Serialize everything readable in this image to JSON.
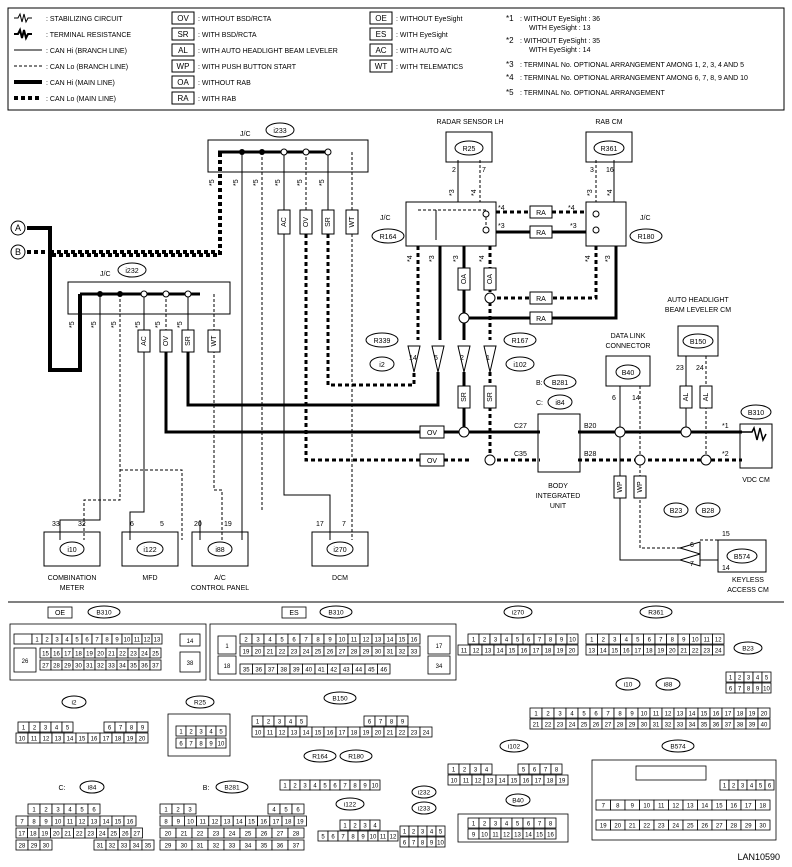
{
  "legend": {
    "line_types": [
      {
        "symbol": "zigzag",
        "text": ": STABILIZING CIRCUIT"
      },
      {
        "symbol": "zigzag-bold",
        "text": ": TERMINAL RESISTANCE"
      },
      {
        "symbol": "thin-solid",
        "text": ": CAN Hi (BRANCH LINE)"
      },
      {
        "symbol": "thin-dash",
        "text": ": CAN Lo (BRANCH LINE)"
      },
      {
        "symbol": "thick-solid",
        "text": ": CAN Hi (MAIN LINE)"
      },
      {
        "symbol": "thick-dash",
        "text": ": CAN Lo (MAIN LINE)"
      }
    ],
    "codes_a": [
      {
        "code": "OV",
        "text": ": WITHOUT BSD/RCTA"
      },
      {
        "code": "SR",
        "text": ": WITH BSD/RCTA"
      },
      {
        "code": "AL",
        "text": ": WITH AUTO HEADLIGHT BEAM LEVELER"
      },
      {
        "code": "WP",
        "text": ": WITH PUSH BUTTON START"
      },
      {
        "code": "OA",
        "text": ": WITHOUT RAB"
      },
      {
        "code": "RA",
        "text": ": WITH RAB"
      }
    ],
    "codes_b": [
      {
        "code": "OE",
        "text": ": WITHOUT EyeSight"
      },
      {
        "code": "ES",
        "text": ": WITH EyeSight"
      },
      {
        "code": "AC",
        "text": ": WITH AUTO A/C"
      },
      {
        "code": "WT",
        "text": ": WITH TELEMATICS"
      }
    ],
    "notes": [
      {
        "mark": "*1",
        "line1": ": WITHOUT EyeSight : 36",
        "line2": "WITH EyeSight : 13"
      },
      {
        "mark": "*2",
        "line1": ": WITHOUT EyeSight : 35",
        "line2": "WITH EyeSight : 14"
      },
      {
        "mark": "*3",
        "line1": ": TERMINAL No. OPTIONAL ARRANGEMENT AMONG 1, 2, 3, 4 AND 5",
        "line2": ""
      },
      {
        "mark": "*4",
        "line1": ": TERMINAL No. OPTIONAL ARRANGEMENT AMONG 6, 7, 8, 9 AND 10",
        "line2": ""
      },
      {
        "mark": "*5",
        "line1": ": TERMINAL No. OPTIONAL ARRANGEMENT",
        "line2": ""
      }
    ]
  },
  "diagram": {
    "jc_label": "J/C",
    "i233": "i233",
    "i232": "i232",
    "i164": "R164",
    "r180": "R180",
    "radar_sensor": "RADAR SENSOR LH",
    "r25": "R25",
    "rab_cm": "RAB CM",
    "r361": "R361",
    "r339": "R339",
    "i2": "i2",
    "r167": "R167",
    "i102": "i102",
    "b281_label": "B:",
    "b281": "B281",
    "i84_label": "C:",
    "i84": "i84",
    "body_unit": [
      "BODY",
      "INTEGRATED",
      "UNIT"
    ],
    "data_link": [
      "DATA LINK",
      "CONNECTOR"
    ],
    "b40": "B40",
    "headlight": [
      "AUTO HEADLIGHT",
      "BEAM LEVELER CM"
    ],
    "b150": "B150",
    "b310": "B310",
    "vdc": "VDC CM",
    "b23": "B23",
    "b28": "B28",
    "b574": "B574",
    "keyless": [
      "KEYLESS",
      "ACCESS CM"
    ],
    "i10": "i10",
    "i122": "i122",
    "i88": "i88",
    "i270": "i270",
    "comb_meter": [
      "COMBINATION",
      "METER"
    ],
    "mfd": "MFD",
    "ac_panel": [
      "A/C",
      "CONTROL PANEL"
    ],
    "dcm": "DCM",
    "conn_A": "A",
    "conn_B": "B",
    "tags": {
      "ac": "AC",
      "ov": "OV",
      "sr": "SR",
      "wt": "WT",
      "oa": "OA",
      "ra": "RA",
      "al": "AL",
      "wp": "WP"
    },
    "pins": {
      "c27": "C27",
      "c35": "C35",
      "b20": "B20",
      "b28pin": "B28",
      "p33": "33",
      "p32": "32",
      "p6": "6",
      "p5": "5",
      "p20": "20",
      "p19": "19",
      "p17": "17",
      "p7": "7",
      "p2": "2",
      "p7r": "7",
      "p3": "3",
      "p16": "16",
      "p14": "14",
      "p5b": "5",
      "p2b": "2",
      "p1": "1",
      "p6b": "6",
      "p14b": "14",
      "p23": "23",
      "p24": "24",
      "p15": "15",
      "p14c": "14",
      "p6c": "6",
      "p7c": "7"
    },
    "stars": {
      "s1": "*1",
      "s2": "*2",
      "s3": "*3",
      "s4": "*4",
      "s5": "*5"
    }
  },
  "connectors": {
    "oe_label": "OE",
    "es_label": "ES",
    "b310": "B310",
    "oe_row1": [
      "1",
      "2",
      "3",
      "4",
      "5",
      "6",
      "7",
      "8",
      "9",
      "10",
      "11",
      "12",
      "13"
    ],
    "oe_row2": [
      "15",
      "16",
      "17",
      "18",
      "19",
      "20",
      "21",
      "22",
      "23",
      "24",
      "25"
    ],
    "oe_row3": [
      "27",
      "28",
      "29",
      "30",
      "31",
      "32",
      "33",
      "34",
      "35",
      "36",
      "37"
    ],
    "oe_side": [
      "14",
      "26",
      "38"
    ],
    "es_row1": [
      "2",
      "3",
      "4",
      "5",
      "6",
      "7",
      "8",
      "9",
      "10",
      "11",
      "12",
      "13",
      "14",
      "15",
      "16"
    ],
    "es_row2": [
      "19",
      "20",
      "21",
      "22",
      "23",
      "24",
      "25",
      "26",
      "27",
      "28",
      "29",
      "30",
      "31",
      "32",
      "33"
    ],
    "es_row3": [
      "35",
      "36",
      "37",
      "38",
      "39",
      "40",
      "41",
      "42",
      "43",
      "44",
      "45",
      "46"
    ],
    "es_side": [
      "1",
      "18",
      "17",
      "34"
    ],
    "i270": "i270",
    "i270_row1": [
      "1",
      "2",
      "3",
      "4",
      "5",
      "6",
      "7",
      "8",
      "9",
      "10"
    ],
    "i270_row2": [
      "11",
      "12",
      "13",
      "14",
      "15",
      "16",
      "17",
      "18",
      "19",
      "20"
    ],
    "r361": "R361",
    "r361_row1": [
      "1",
      "2",
      "3",
      "4",
      "5",
      "6",
      "7",
      "8",
      "9",
      "10",
      "11",
      "12"
    ],
    "r361_row2": [
      "13",
      "14",
      "15",
      "16",
      "17",
      "18",
      "19",
      "20",
      "21",
      "22",
      "23",
      "24"
    ],
    "b23": "B23",
    "b23_row1": [
      "1",
      "2",
      "3",
      "4",
      "5"
    ],
    "b23_row2": [
      "6",
      "7",
      "8",
      "9",
      "10"
    ],
    "i2": "i2",
    "i2_row1": [
      "1",
      "2",
      "3",
      "4",
      "5",
      "6",
      "7",
      "8",
      "9"
    ],
    "i2_row2": [
      "10",
      "11",
      "12",
      "13",
      "14",
      "15",
      "16",
      "17",
      "18",
      "19",
      "20"
    ],
    "r25": "R25",
    "r25_row1": [
      "1",
      "2",
      "3",
      "4",
      "5"
    ],
    "r25_row2": [
      "6",
      "7",
      "8",
      "9",
      "10"
    ],
    "b150": "B150",
    "b150_row1": [
      "1",
      "2",
      "3",
      "4",
      "5",
      "6",
      "7",
      "8",
      "9"
    ],
    "b150_row2": [
      "10",
      "11",
      "12",
      "13",
      "14",
      "15",
      "16",
      "17",
      "18",
      "19",
      "20",
      "21",
      "22",
      "23",
      "24"
    ],
    "i10": "i10",
    "i88": "i88",
    "i10_row1": [
      "1",
      "2",
      "3",
      "4",
      "5",
      "6",
      "7",
      "8",
      "9",
      "10",
      "11",
      "12",
      "13",
      "14",
      "15",
      "16",
      "17",
      "18",
      "19",
      "20"
    ],
    "i10_row2": [
      "21",
      "22",
      "23",
      "24",
      "25",
      "26",
      "27",
      "28",
      "29",
      "30",
      "31",
      "32",
      "33",
      "34",
      "35",
      "36",
      "37",
      "38",
      "39",
      "40"
    ],
    "r164": "R164",
    "r180c": "R180",
    "r164_row": [
      "1",
      "2",
      "3",
      "4",
      "5",
      "6",
      "7",
      "8",
      "9",
      "10"
    ],
    "i102": "i102",
    "i102_row1": [
      "1",
      "2",
      "3",
      "4",
      "5",
      "6",
      "7",
      "8"
    ],
    "i102_row2": [
      "10",
      "11",
      "12",
      "13",
      "14",
      "15",
      "16",
      "17",
      "18",
      "19"
    ],
    "b574": "B574",
    "b574_row1": [
      "1",
      "2",
      "3",
      "4",
      "5",
      "6"
    ],
    "b574_row2": [
      "7",
      "8",
      "9",
      "10",
      "11",
      "12",
      "13",
      "14",
      "15",
      "16",
      "17",
      "18"
    ],
    "b574_row3": [
      "19",
      "20",
      "21",
      "22",
      "23",
      "24",
      "25",
      "26",
      "27",
      "28",
      "29",
      "30"
    ],
    "i84_label": "C:",
    "i84": "i84",
    "i84_row1": [
      "1",
      "2",
      "3",
      "4",
      "5",
      "6"
    ],
    "i84_row2": [
      "7",
      "8",
      "9",
      "10",
      "11",
      "12",
      "13",
      "14",
      "15",
      "16"
    ],
    "i84_row3": [
      "17",
      "18",
      "19",
      "20",
      "21",
      "22",
      "23",
      "24",
      "25",
      "26",
      "27"
    ],
    "i84_row4": [
      "28",
      "29",
      "30",
      "31",
      "32",
      "33",
      "34",
      "35"
    ],
    "b281_label": "B:",
    "b281": "B281",
    "b281_row1": [
      "1",
      "2",
      "3",
      "4",
      "5",
      "6"
    ],
    "b281_row2": [
      "8",
      "9",
      "10",
      "11",
      "12",
      "13",
      "14",
      "15",
      "16",
      "17",
      "18",
      "19"
    ],
    "b281_row3": [
      "20",
      "21",
      "22",
      "23",
      "24",
      "25",
      "26",
      "27",
      "28"
    ],
    "b281_row4": [
      "29",
      "30",
      "31",
      "32",
      "33",
      "34",
      "35",
      "36",
      "37"
    ],
    "i122": "i122",
    "i122_row1": [
      "1",
      "2",
      "3",
      "4"
    ],
    "i122_row2": [
      "5",
      "6",
      "7",
      "8",
      "9",
      "10",
      "11",
      "12"
    ],
    "i232": "i232",
    "i233": "i233",
    "i232_row1": [
      "1",
      "2",
      "3",
      "4",
      "5"
    ],
    "i232_row2": [
      "6",
      "7",
      "8",
      "9",
      "10"
    ],
    "b40": "B40",
    "b40_row1": [
      "1",
      "2",
      "3",
      "4",
      "5",
      "6",
      "7",
      "8"
    ],
    "b40_row2": [
      "9",
      "10",
      "11",
      "12",
      "13",
      "14",
      "15",
      "16"
    ]
  },
  "figure_id": "LAN10590"
}
